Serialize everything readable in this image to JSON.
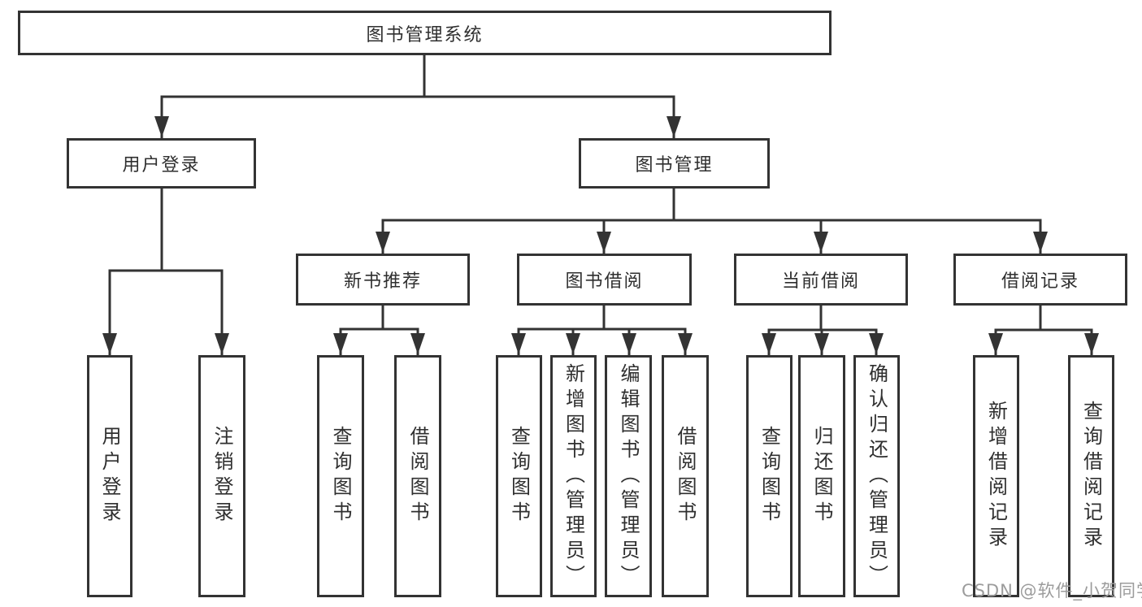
{
  "nodes": {
    "root": {
      "label": "图书管理系统"
    },
    "user_login": {
      "label": "用户登录"
    },
    "book_mgmt": {
      "label": "图书管理"
    },
    "new_book_rec": {
      "label": "新书推荐"
    },
    "book_borrow": {
      "label": "图书借阅"
    },
    "current_borrow": {
      "label": "当前借阅"
    },
    "borrow_records": {
      "label": "借阅记录"
    },
    "leaf_login": {
      "label": "用户登录"
    },
    "leaf_logout": {
      "label": "注销登录"
    },
    "leaf_rec_query": {
      "label": "查询图书"
    },
    "leaf_rec_borrow": {
      "label": "借阅图书"
    },
    "leaf_bor_query": {
      "label": "查询图书"
    },
    "leaf_bor_add": {
      "label": "新增图书（管理员）"
    },
    "leaf_bor_edit": {
      "label": "编辑图书（管理员）"
    },
    "leaf_bor_borrow": {
      "label": "借阅图书"
    },
    "leaf_cur_query": {
      "label": "查询图书"
    },
    "leaf_cur_return": {
      "label": "归还图书"
    },
    "leaf_cur_confirm": {
      "label": "确认归还（管理员）"
    },
    "leaf_recd_add": {
      "label": "新增借阅记录"
    },
    "leaf_recd_query": {
      "label": "查询借阅记录"
    }
  },
  "edges": [
    [
      "图书管理系统",
      "用户登录"
    ],
    [
      "图书管理系统",
      "图书管理"
    ],
    [
      "用户登录",
      "用户登录"
    ],
    [
      "用户登录",
      "注销登录"
    ],
    [
      "图书管理",
      "新书推荐"
    ],
    [
      "图书管理",
      "图书借阅"
    ],
    [
      "图书管理",
      "当前借阅"
    ],
    [
      "图书管理",
      "借阅记录"
    ],
    [
      "新书推荐",
      "查询图书"
    ],
    [
      "新书推荐",
      "借阅图书"
    ],
    [
      "图书借阅",
      "查询图书"
    ],
    [
      "图书借阅",
      "新增图书（管理员）"
    ],
    [
      "图书借阅",
      "编辑图书（管理员）"
    ],
    [
      "图书借阅",
      "借阅图书"
    ],
    [
      "当前借阅",
      "查询图书"
    ],
    [
      "当前借阅",
      "归还图书"
    ],
    [
      "当前借阅",
      "确认归还（管理员）"
    ],
    [
      "借阅记录",
      "新增借阅记录"
    ],
    [
      "借阅记录",
      "查询借阅记录"
    ]
  ],
  "colors": {
    "line": "#333333",
    "text": "#2f2f2f",
    "background": "#ffffff",
    "watermark": "#9c9c9c"
  },
  "watermark": {
    "text": "CSDN @软件_小贺同学"
  }
}
